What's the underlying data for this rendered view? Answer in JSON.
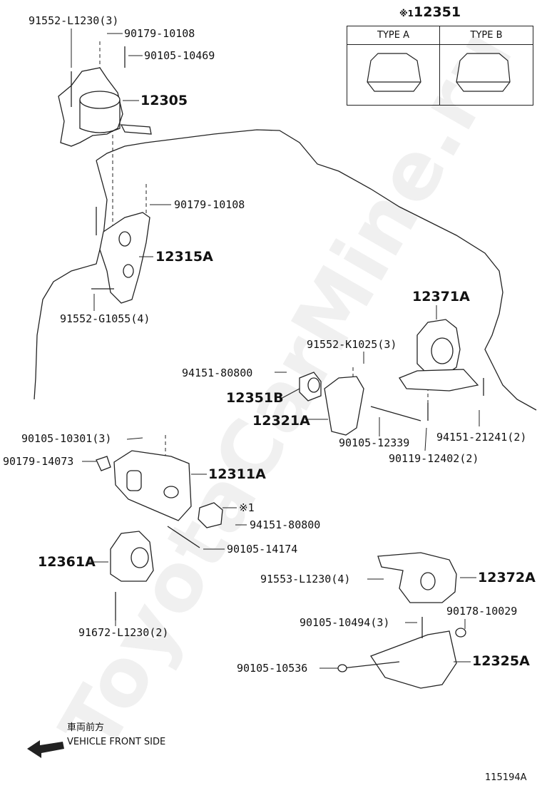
{
  "diagram": {
    "type_table": {
      "ref_label": "※1",
      "part_number": "12351",
      "type_a": "TYPE A",
      "type_b": "TYPE B"
    },
    "part_labels": {
      "p91552_L1230": "91552-L1230(3)",
      "p90179_10108_top": "90179-10108",
      "p90105_10469": "90105-10469",
      "p12305": "12305",
      "p90179_10108_mid": "90179-10108",
      "p12315A": "12315A",
      "p91552_G1055": "91552-G1055(4)",
      "p12371A": "12371A",
      "p91552_K1025": "91552-K1025(3)",
      "p94151_80800_top": "94151-80800",
      "p12351B": "12351B",
      "p12321A": "12321A",
      "p90105_12339": "90105-12339",
      "p94151_21241": "94151-21241(2)",
      "p90119_12402": "90119-12402(2)",
      "p90105_10301": "90105-10301(3)",
      "p90179_14073": "90179-14073",
      "p12311A": "12311A",
      "ref_mark_1": "※1",
      "p94151_80800_bot": "94151-80800",
      "p90105_14174": "90105-14174",
      "p12361A": "12361A",
      "p91553_L1230": "91553-L1230(4)",
      "p12372A": "12372A",
      "p91672_L1230": "91672-L1230(2)",
      "p90105_10494": "90105-10494(3)",
      "p90178_10029": "90178-10029",
      "p90105_10536": "90105-10536",
      "p12325A": "12325A"
    },
    "direction": {
      "japanese": "車両前方",
      "english": "VEHICLE FRONT SIDE"
    },
    "diagram_id": "115194A",
    "watermark": "ToyotaCarMine.ru"
  }
}
